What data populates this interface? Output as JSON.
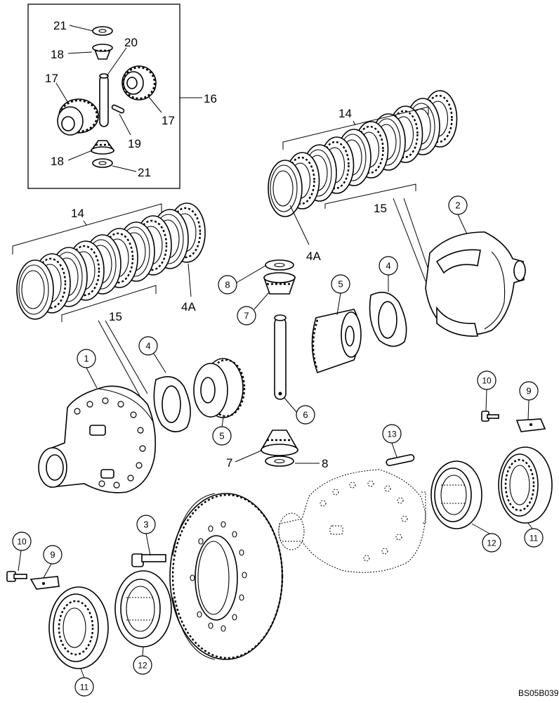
{
  "diagram": {
    "drawing_code": "BS05B039",
    "inset_labels": {
      "l21_top": "21",
      "l18_top": "18",
      "l20": "20",
      "l17_left": "17",
      "l16": "16",
      "l17_right": "17",
      "l19": "19",
      "l18_bottom": "18",
      "l21_bottom": "21"
    },
    "plain_labels": {
      "l14_left": "14",
      "l15_left": "15",
      "l4a_left": "4A",
      "l14_right": "14",
      "l15_right": "15",
      "l4a_right": "4A"
    },
    "callouts": [
      {
        "id": "c1",
        "text": "1"
      },
      {
        "id": "c2",
        "text": "2"
      },
      {
        "id": "c3",
        "text": "3"
      },
      {
        "id": "c4a",
        "text": "4"
      },
      {
        "id": "c4b",
        "text": "4"
      },
      {
        "id": "c5a",
        "text": "5"
      },
      {
        "id": "c5b",
        "text": "5"
      },
      {
        "id": "c6",
        "text": "6"
      },
      {
        "id": "c7a",
        "text": "7"
      },
      {
        "id": "c8a",
        "text": "8"
      },
      {
        "id": "c9a",
        "text": "9"
      },
      {
        "id": "c9b",
        "text": "9"
      },
      {
        "id": "c10a",
        "text": "10"
      },
      {
        "id": "c10b",
        "text": "10"
      },
      {
        "id": "c11a",
        "text": "11"
      },
      {
        "id": "c11b",
        "text": "11"
      },
      {
        "id": "c12a",
        "text": "12"
      },
      {
        "id": "c12b",
        "text": "12"
      },
      {
        "id": "c13",
        "text": "13"
      }
    ],
    "plain_callouts": {
      "l7_bottom": "7",
      "l8_bottom": "8"
    }
  }
}
